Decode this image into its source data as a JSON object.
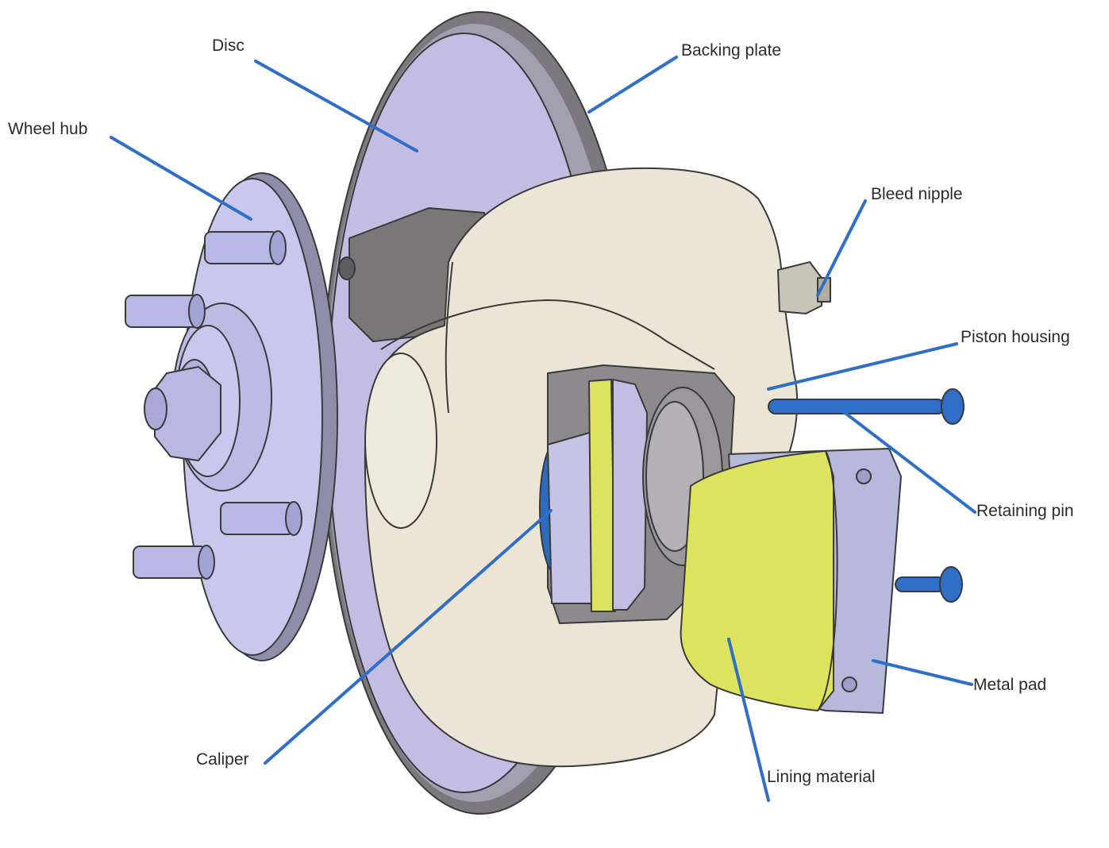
{
  "colors": {
    "disc": "#c3bde4",
    "disc_rim": "#7b7880",
    "hub": "#c9c7ee",
    "stud": "#b7b8e6",
    "caliper": "#ece5d6",
    "lining": "#dde35f",
    "metal_pad": "#b7b9dc",
    "leader": "#2f6fc7",
    "piston_seal": "#2d6bbd"
  },
  "labels": {
    "disc": "Disc",
    "backing_plate": "Backing plate",
    "wheel_hub": "Wheel hub",
    "bleed_nipple": "Bleed nipple",
    "piston_housing": "Piston housing",
    "retaining_pin": "Retaining pin",
    "metal_pad": "Metal pad",
    "caliper": "Caliper",
    "lining_material": "Lining material"
  }
}
